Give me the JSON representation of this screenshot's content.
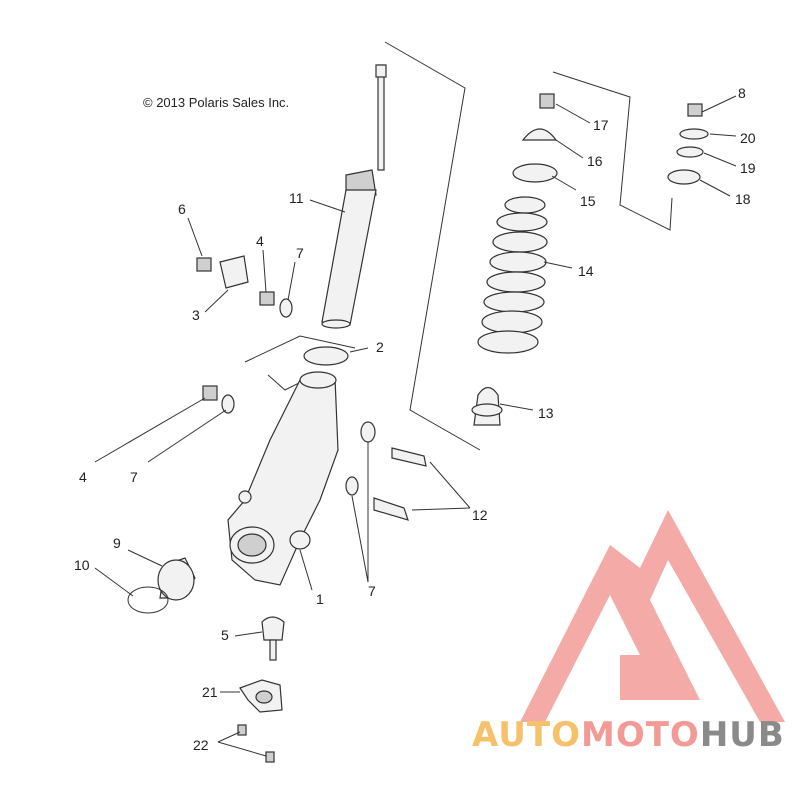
{
  "copyright": "© 2013 Polaris Sales Inc.",
  "labels": {
    "l1": "1",
    "l2": "2",
    "l3": "3",
    "l4a": "4",
    "l4b": "4",
    "l5": "5",
    "l6": "6",
    "l7a": "7",
    "l7b": "7",
    "l7c": "7",
    "l8": "8",
    "l9": "9",
    "l10": "10",
    "l11": "11",
    "l12": "12",
    "l13": "13",
    "l14": "14",
    "l15": "15",
    "l16": "16",
    "l17": "17",
    "l18": "18",
    "l19": "19",
    "l20": "20",
    "l21": "21",
    "l22": "22"
  },
  "logo": {
    "auto": "AUTO",
    "moto": "MOTO",
    "hub": "HUB",
    "colors": {
      "auto": "#f5c26b",
      "moto": "#f29b96",
      "hub": "#8a8a8a",
      "mark": "#f29b96"
    }
  }
}
